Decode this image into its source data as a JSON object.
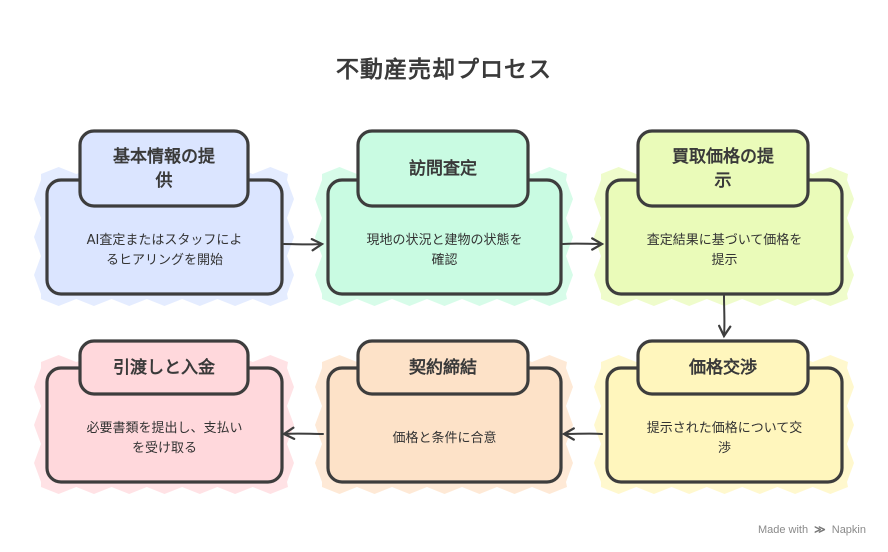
{
  "title": "不動産売却プロセス",
  "colors": {
    "outline": "#3d3d3d",
    "step1": "#dbe5ff",
    "step2": "#c9fbe2",
    "step3": "#eafbb9",
    "step4": "#fff6bd",
    "step5": "#fde2c8",
    "step6": "#ffd8dc"
  },
  "steps": [
    {
      "id": "s1",
      "title": "基本情報の提供",
      "title_lines": [
        "基本情報の提",
        "供"
      ],
      "desc_lines": [
        "AI査定またはスタッフによ",
        "るヒアリングを開始"
      ],
      "color": "step1"
    },
    {
      "id": "s2",
      "title": "訪問査定",
      "title_lines": [
        "訪問査定"
      ],
      "desc_lines": [
        "現地の状況と建物の状態を",
        "確認"
      ],
      "color": "step2"
    },
    {
      "id": "s3",
      "title": "買取価格の提示",
      "title_lines": [
        "買取価格の提",
        "示"
      ],
      "desc_lines": [
        "査定結果に基づいて価格を",
        "提示"
      ],
      "color": "step3"
    },
    {
      "id": "s4",
      "title": "価格交渉",
      "title_lines": [
        "価格交渉"
      ],
      "desc_lines": [
        "提示された価格について交",
        "渉"
      ],
      "color": "step4"
    },
    {
      "id": "s5",
      "title": "契約締結",
      "title_lines": [
        "契約締結"
      ],
      "desc_lines": [
        "価格と条件に合意"
      ],
      "color": "step5"
    },
    {
      "id": "s6",
      "title": "引渡しと入金",
      "title_lines": [
        "引渡しと入金"
      ],
      "desc_lines": [
        "必要書類を提出し、支払い",
        "を受け取る"
      ],
      "color": "step6"
    }
  ],
  "brand": {
    "prefix": "Made with",
    "mark": "≫",
    "name": "Napkin"
  }
}
